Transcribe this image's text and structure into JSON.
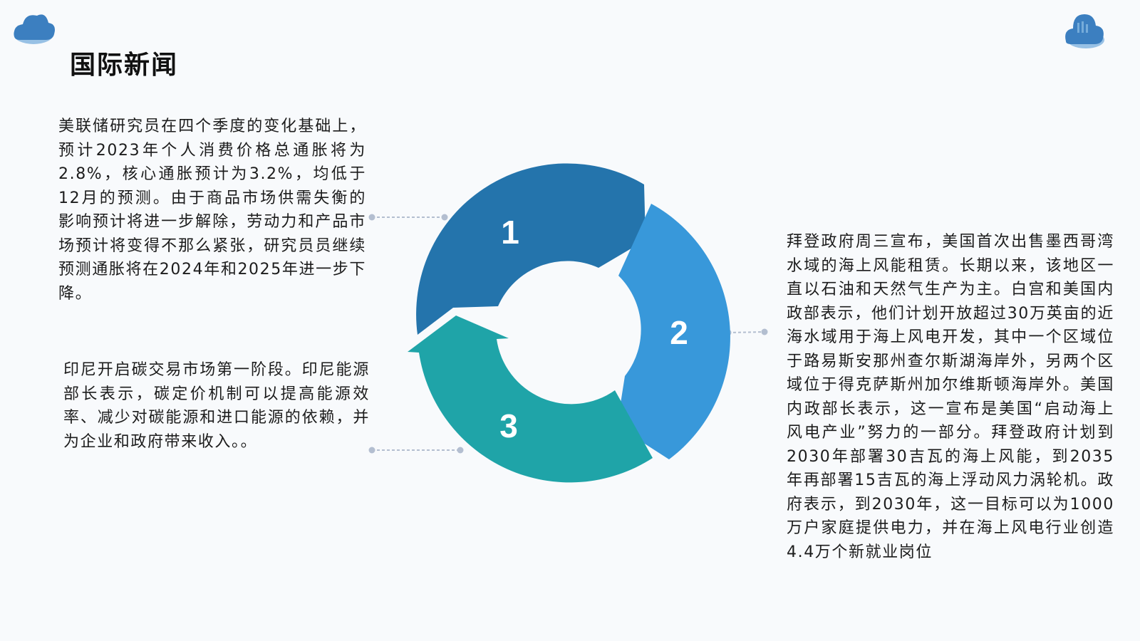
{
  "page": {
    "title": "国际新闻"
  },
  "news": [
    {
      "text": "美联储研究员在四个季度的变化基础上，预计2023年个人消费价格总通胀将为2.8%，核心通胀预计为3.2%，均低于12月的预测。由于商品市场供需失衡的影响预计将进一步解除，劳动力和产品市场预计将变得不那么紧张，研究员员继续预测通胀将在2024年和2025年进一步下降。"
    },
    {
      "text": "印尼开启碳交易市场第一阶段。印尼能源部长表示，碳定价机制可以提高能源效率、减少对碳能源和进口能源的依赖，并为企业和政府带来收入。。"
    },
    {
      "text": "拜登政府周三宣布，美国首次出售墨西哥湾水域的海上风能租赁。长期以来，该地区一直以石油和天然气生产为主。白宫和美国内政部表示，他们计划开放超过30万英亩的近海水域用于海上风电开发，其中一个区域位于路易斯安那州查尔斯湖海岸外，另两个区域位于得克萨斯州加尔维斯顿海岸外。美国内政部长表示，这一宣布是美国“启动海上风电产业”努力的一部分。拜登政府计划到2030年部署30吉瓦的海上风能，到2035年再部署15吉瓦的海上浮动风力涡轮机。政府表示，到2030年，这一目标可以为1000万户家庭提供电力，并在海上风电行业创造4.4万个新就业岗位"
    }
  ],
  "cycle": {
    "segments": [
      {
        "label": "1",
        "color": "#2474ac"
      },
      {
        "label": "2",
        "color": "#3898da"
      },
      {
        "label": "3",
        "color": "#1fa4a8"
      }
    ]
  },
  "colors": {
    "connector": "#b3bed0",
    "cloud_dark": "#3c7fc0",
    "cloud_light": "#6fa8dc"
  }
}
